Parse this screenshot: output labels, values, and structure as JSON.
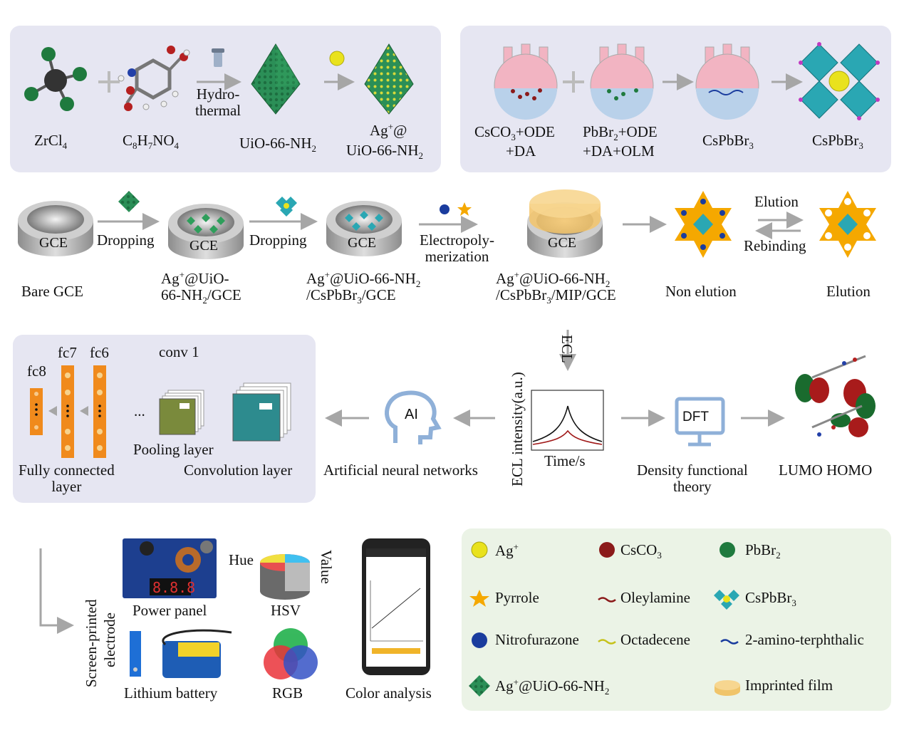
{
  "colors": {
    "panel_purple": "#e6e6f2",
    "panel_green": "#ebf3e6",
    "arrow_gray": "#a6a6a6",
    "mof_green": "#2e9e5b",
    "perovskite_teal": "#2aa7b3",
    "ag_yellow": "#e9e21d",
    "flask_pink": "#f2b4c2",
    "orange_layer": "#f08a1c",
    "star_orange": "#f5a800",
    "nitrofurazone_blue": "#1a3c9e"
  },
  "top_left": {
    "zrcl4": {
      "main": "ZrCl",
      "sub": "4"
    },
    "c8h7no4": {
      "p1": "C",
      "s1": "8",
      "p2": "H",
      "s2": "7",
      "p3": "NO",
      "s3": "4"
    },
    "hydrothermal_1": "Hydro-",
    "hydrothermal_2": "thermal",
    "uio": {
      "main": "UiO-66-NH",
      "sub": "2"
    },
    "ag_uio_1": {
      "main": "Ag",
      "sup": "+",
      "rest": "@"
    },
    "ag_uio_2": {
      "main": "UiO-66-NH",
      "sub": "2"
    }
  },
  "top_right": {
    "cs_1": {
      "p1": "CsCO",
      "s1": "3",
      "p2": "+ODE"
    },
    "cs_2": "+DA",
    "pb_1": {
      "p1": "PbBr",
      "s1": "2",
      "p2": "+ODE"
    },
    "pb_2": "+DA+OLM",
    "cspbbr3_a": {
      "main": "CsPbBr",
      "sub": "3"
    },
    "cspbbr3_b": {
      "main": "CsPbBr",
      "sub": "3"
    }
  },
  "middle": {
    "gce": "GCE",
    "dropping": "Dropping",
    "electro_1": "Electropoly-",
    "electro_2": "merization",
    "elution": "Elution",
    "rebinding": "Rebinding",
    "bare_gce": "Bare GCE",
    "s2_1": {
      "main": "Ag",
      "sup": "+",
      "rest": "@UiO-"
    },
    "s2_2": {
      "main": "66-NH",
      "sub": "2",
      "rest": "/GCE"
    },
    "s3_1": {
      "main": "Ag",
      "sup": "+",
      "rest": "@UiO-66-NH",
      "sub": "2"
    },
    "s3_2": {
      "p1": "/CsPbBr",
      "s1": "3",
      "p2": "/GCE"
    },
    "s4_1": {
      "main": "Ag",
      "sup": "+",
      "rest": "@UiO-66-NH",
      "sub": "2"
    },
    "s4_2": {
      "p1": "/CsPbBr",
      "s1": "3",
      "p2": "/MIP/GCE"
    },
    "non_elution": "Non elution",
    "elution_label": "Elution"
  },
  "cnn": {
    "fc8": "fc8",
    "fc7": "fc7",
    "fc6": "fc6",
    "conv1": "conv 1",
    "dots": "...",
    "pooling": "Pooling layer",
    "convolution": "Convolution layer",
    "fc_1": "Fully connected",
    "fc_2": "layer"
  },
  "analysis": {
    "ecl_arrow": "ECL",
    "ecl_ylabel": "ECL intensity(a.u.)",
    "time_xlabel": "Time/s",
    "ai": "AI",
    "ann": "Artificial neural networks",
    "dft": "DFT",
    "dft_1": "Density functional",
    "dft_2": "theory",
    "lumo_homo": "LUMO HOMO"
  },
  "chart_data": {
    "type": "line",
    "xlabel": "Time/s",
    "ylabel": "ECL intensity(a.u.)",
    "series": [
      {
        "color": "#111111"
      },
      {
        "color": "#a01818"
      }
    ]
  },
  "bottom": {
    "sp_1": "Screen-printed",
    "sp_2": "electrode",
    "power_panel": "Power panel",
    "lithium": "Lithium battery",
    "hsv": "HSV",
    "hue": "Hue",
    "value": "Value",
    "rgb": "RGB",
    "color_analysis": "Color analysis"
  },
  "legend": {
    "ag": {
      "main": "Ag",
      "sup": "+"
    },
    "csco3": {
      "main": "CsCO",
      "sub": "3"
    },
    "pbbr2": {
      "main": "PbBr",
      "sub": "2"
    },
    "pyrrole": "Pyrrole",
    "oleylamine": "Oleylamine",
    "cspbbr3": {
      "main": "CsPbBr",
      "sub": "3"
    },
    "nitrofurazone": "Nitrofurazone",
    "octadecene": "Octadecene",
    "amino": "2-amino-terphthalic",
    "ag_uio": {
      "main": "Ag",
      "sup": "+",
      "rest": "@UiO-66-NH",
      "sub": "2"
    },
    "imprinted": "Imprinted film"
  }
}
